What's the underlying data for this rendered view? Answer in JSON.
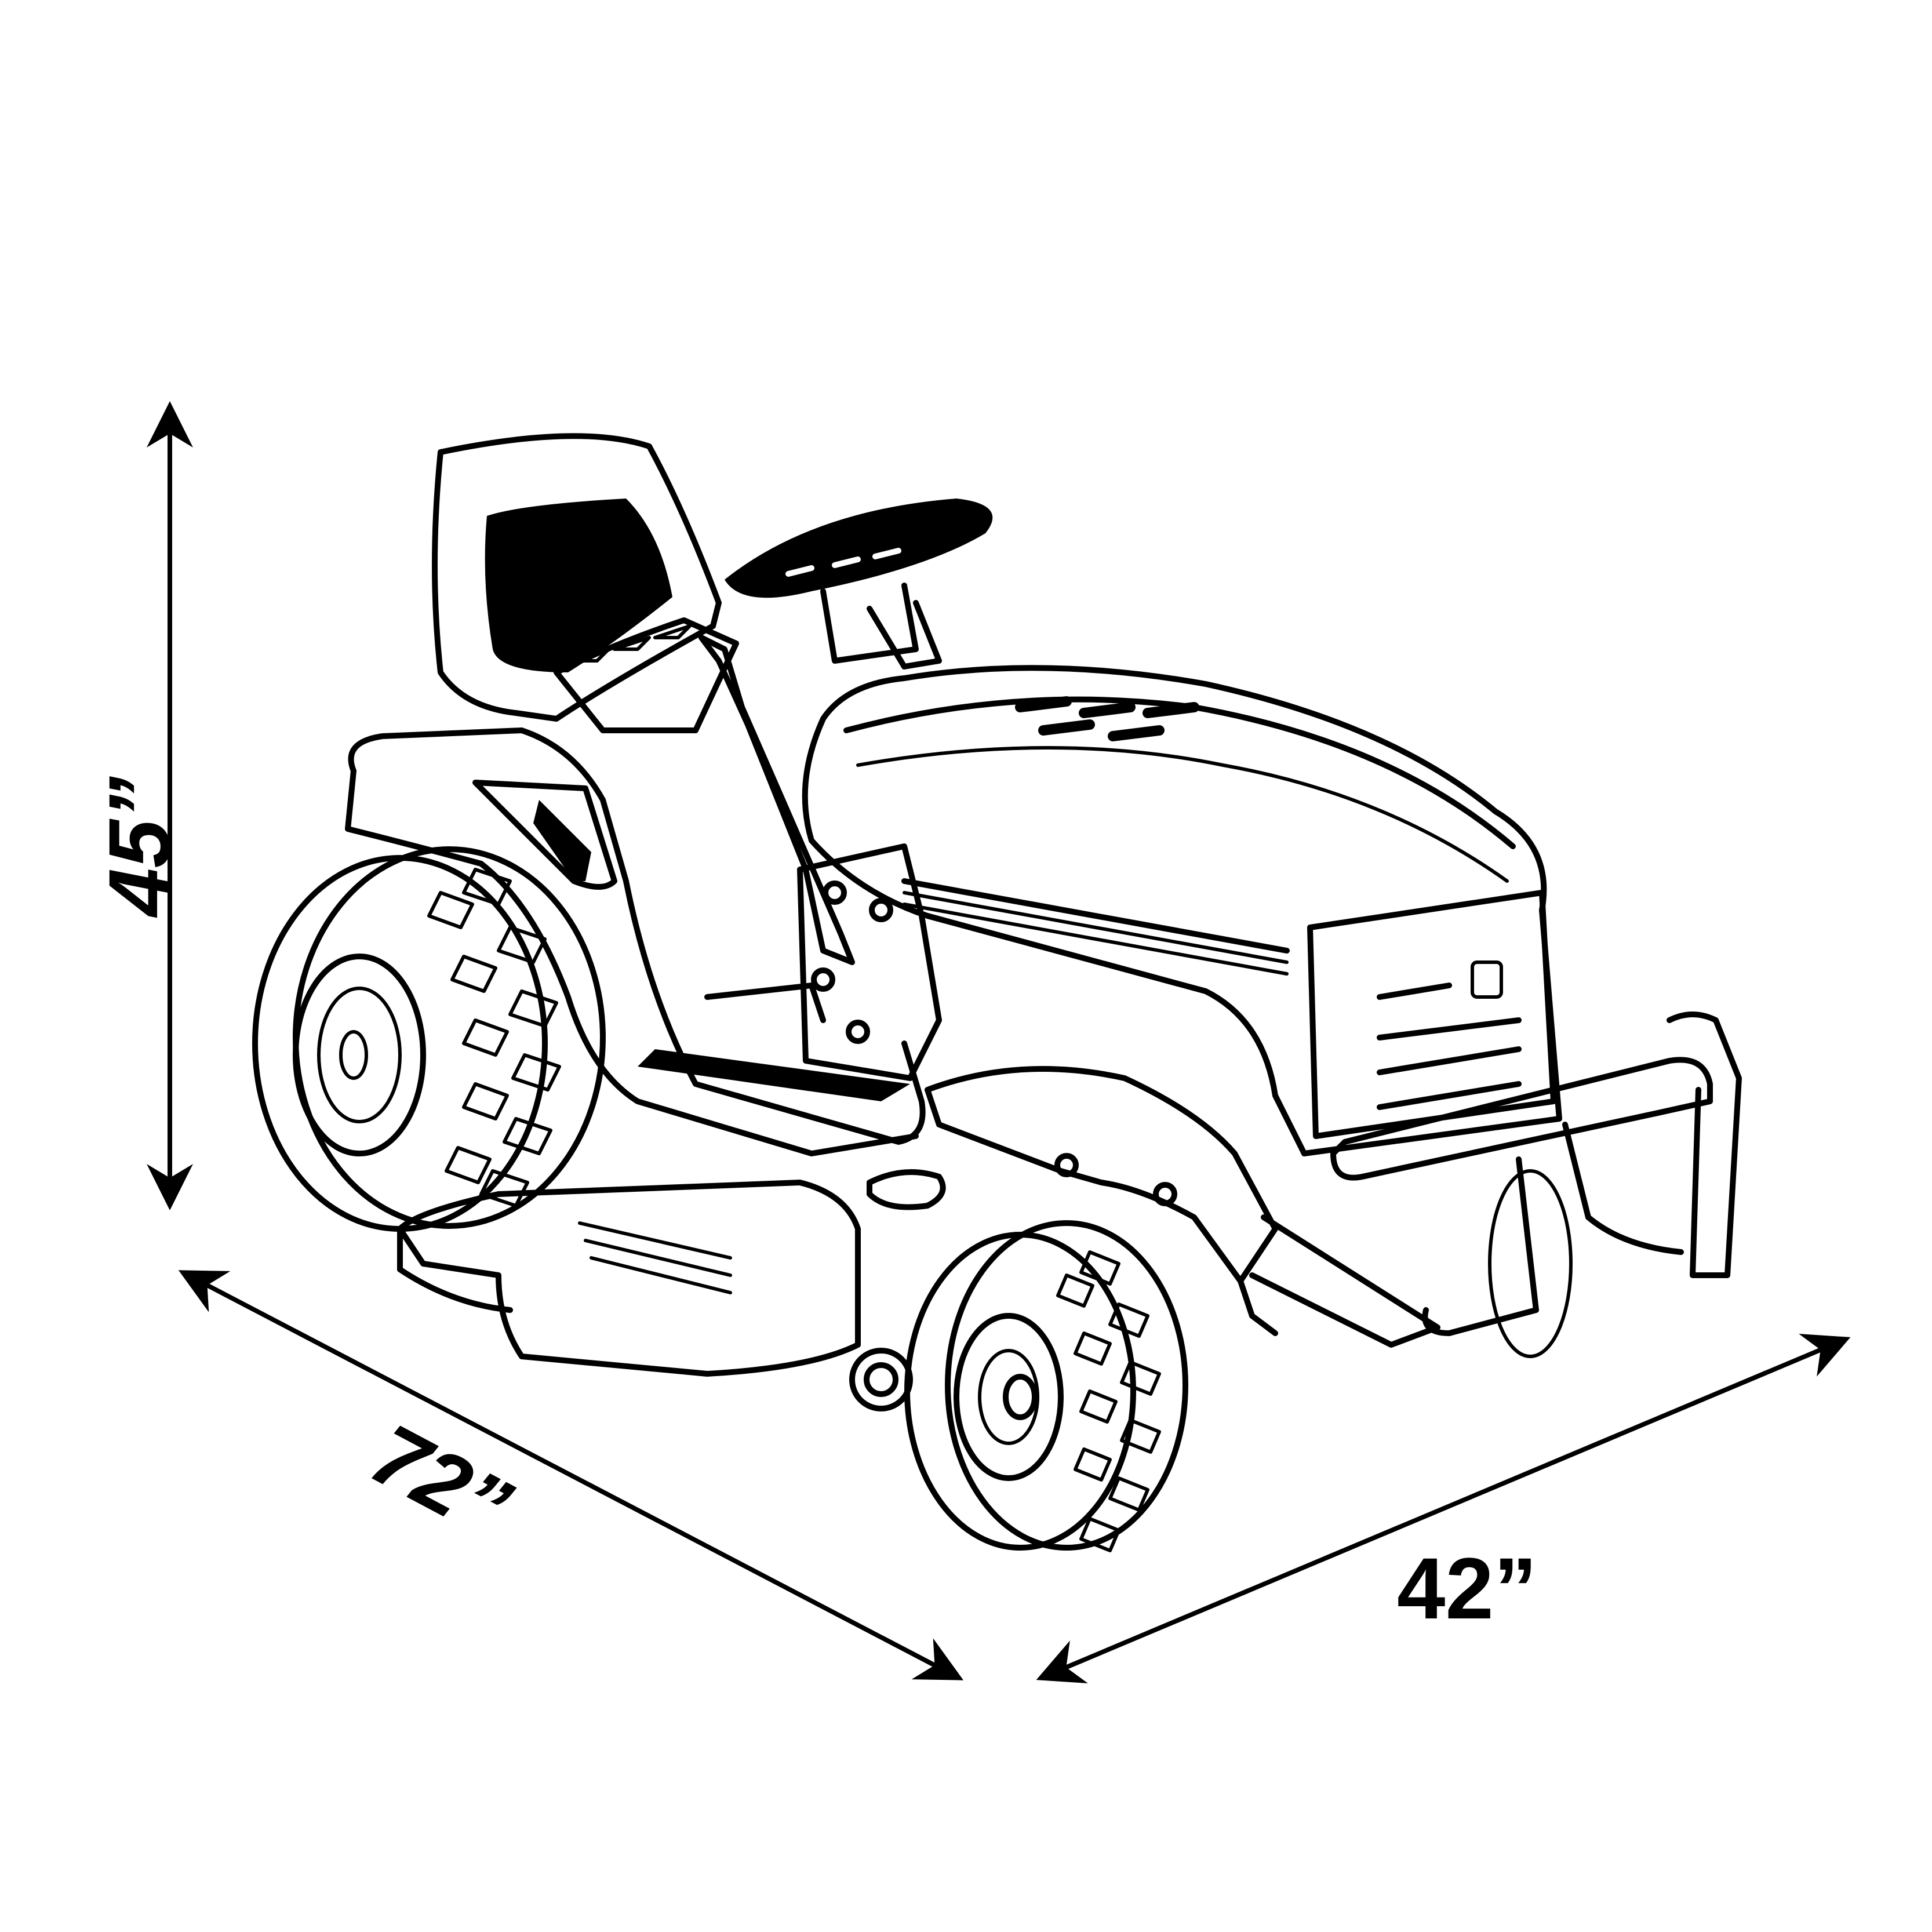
{
  "dimensions": {
    "height": "45”",
    "length": "72”",
    "width": "42”"
  },
  "colors": {
    "ink": "#000000",
    "background": "#ffffff"
  },
  "subject_icon": "riding-lawn-mower-icon"
}
